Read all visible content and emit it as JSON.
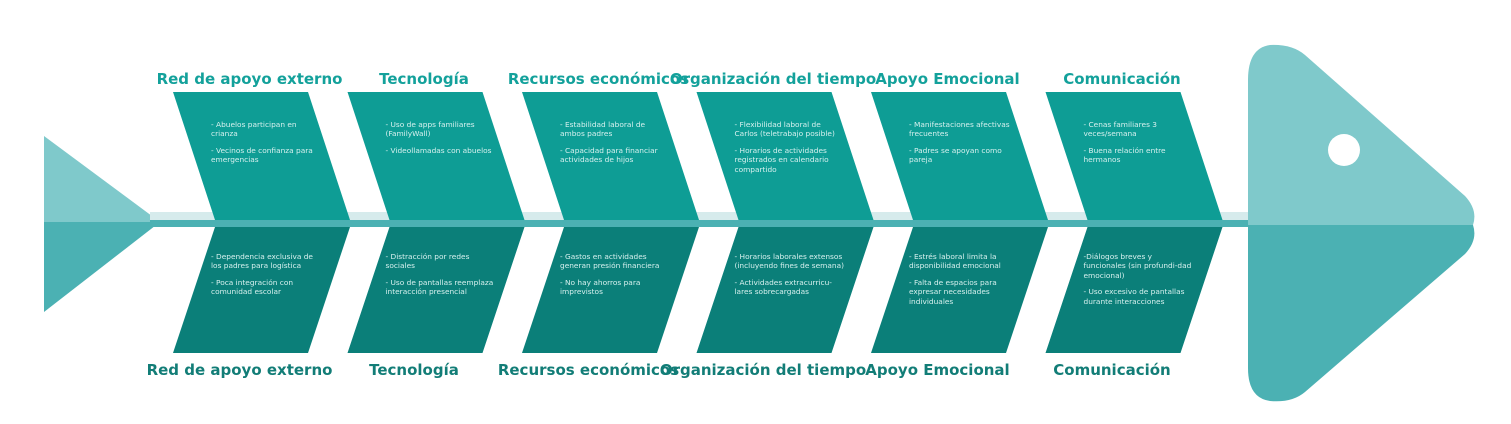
{
  "colors": {
    "teal_top": "#0e9d95",
    "teal_bottom": "#0b7f79",
    "spine": "#4bb1b3",
    "spine_shadow": "#d6ebec",
    "head_light": "#7fc9cb",
    "head_dark": "#4bb1b3",
    "tail_light": "#7fc9cb",
    "tail_dark": "#4bb1b3",
    "header_top": "#13a19b",
    "header_bottom": "#127d77"
  },
  "categories": [
    {
      "top_label": "Red de apoyo externo",
      "bottom_label": "Red de apoyo externo",
      "top_items": [
        "- Abuelos participan en crianza",
        "- Vecinos de confianza para emergencias"
      ],
      "bottom_items": [
        "- Dependencia exclusiva de los padres para logística",
        "- Poca integración con comunidad escolar"
      ]
    },
    {
      "top_label": "Tecnología",
      "bottom_label": "Tecnología",
      "top_items": [
        "- Uso de apps familiares (FamilyWall)",
        "- Videollamadas con abuelos"
      ],
      "bottom_items": [
        "- Distracción por redes sociales",
        "- Uso de pantallas reemplaza interacción presencial"
      ]
    },
    {
      "top_label": "Recursos económicos",
      "bottom_label": "Recursos económicos",
      "top_items": [
        "- Estabilidad laboral de ambos padres",
        "- Capacidad para financiar actividades de hijos"
      ],
      "bottom_items": [
        "- Gastos en actividades generan presión financiera",
        "- No hay ahorros para imprevistos"
      ]
    },
    {
      "top_label": "Organización del tiempo",
      "bottom_label": "Organización del tiempo",
      "top_items": [
        "- Flexibilidad laboral de Carlos (teletrabajo posible)",
        "- Horarios de actividades registrados en calendario compartido"
      ],
      "bottom_items": [
        "- Horarios laborales extensos (incluyendo fines de semana)",
        "- Actividades extracurricu-lares sobrecargadas"
      ]
    },
    {
      "top_label": "Apoyo Emocional",
      "bottom_label": "Apoyo Emocional",
      "top_items": [
        "- Manifestaciones afectivas frecuentes",
        "- Padres se apoyan como pareja"
      ],
      "bottom_items": [
        "- Estrés laboral limita la disponibilidad emocional",
        "- Falta de espacios para expresar necesidades individuales"
      ]
    },
    {
      "top_label": "Comunicación",
      "bottom_label": "Comunicación",
      "top_items": [
        "- Cenas familiares 3 veces/semana",
        "- Buena relación entre hermanos"
      ],
      "bottom_items": [
        "-Diálogos breves y funcionales (sin profundi-dad emocional)",
        "- Uso excesivo de pantallas durante interacciones"
      ]
    }
  ]
}
